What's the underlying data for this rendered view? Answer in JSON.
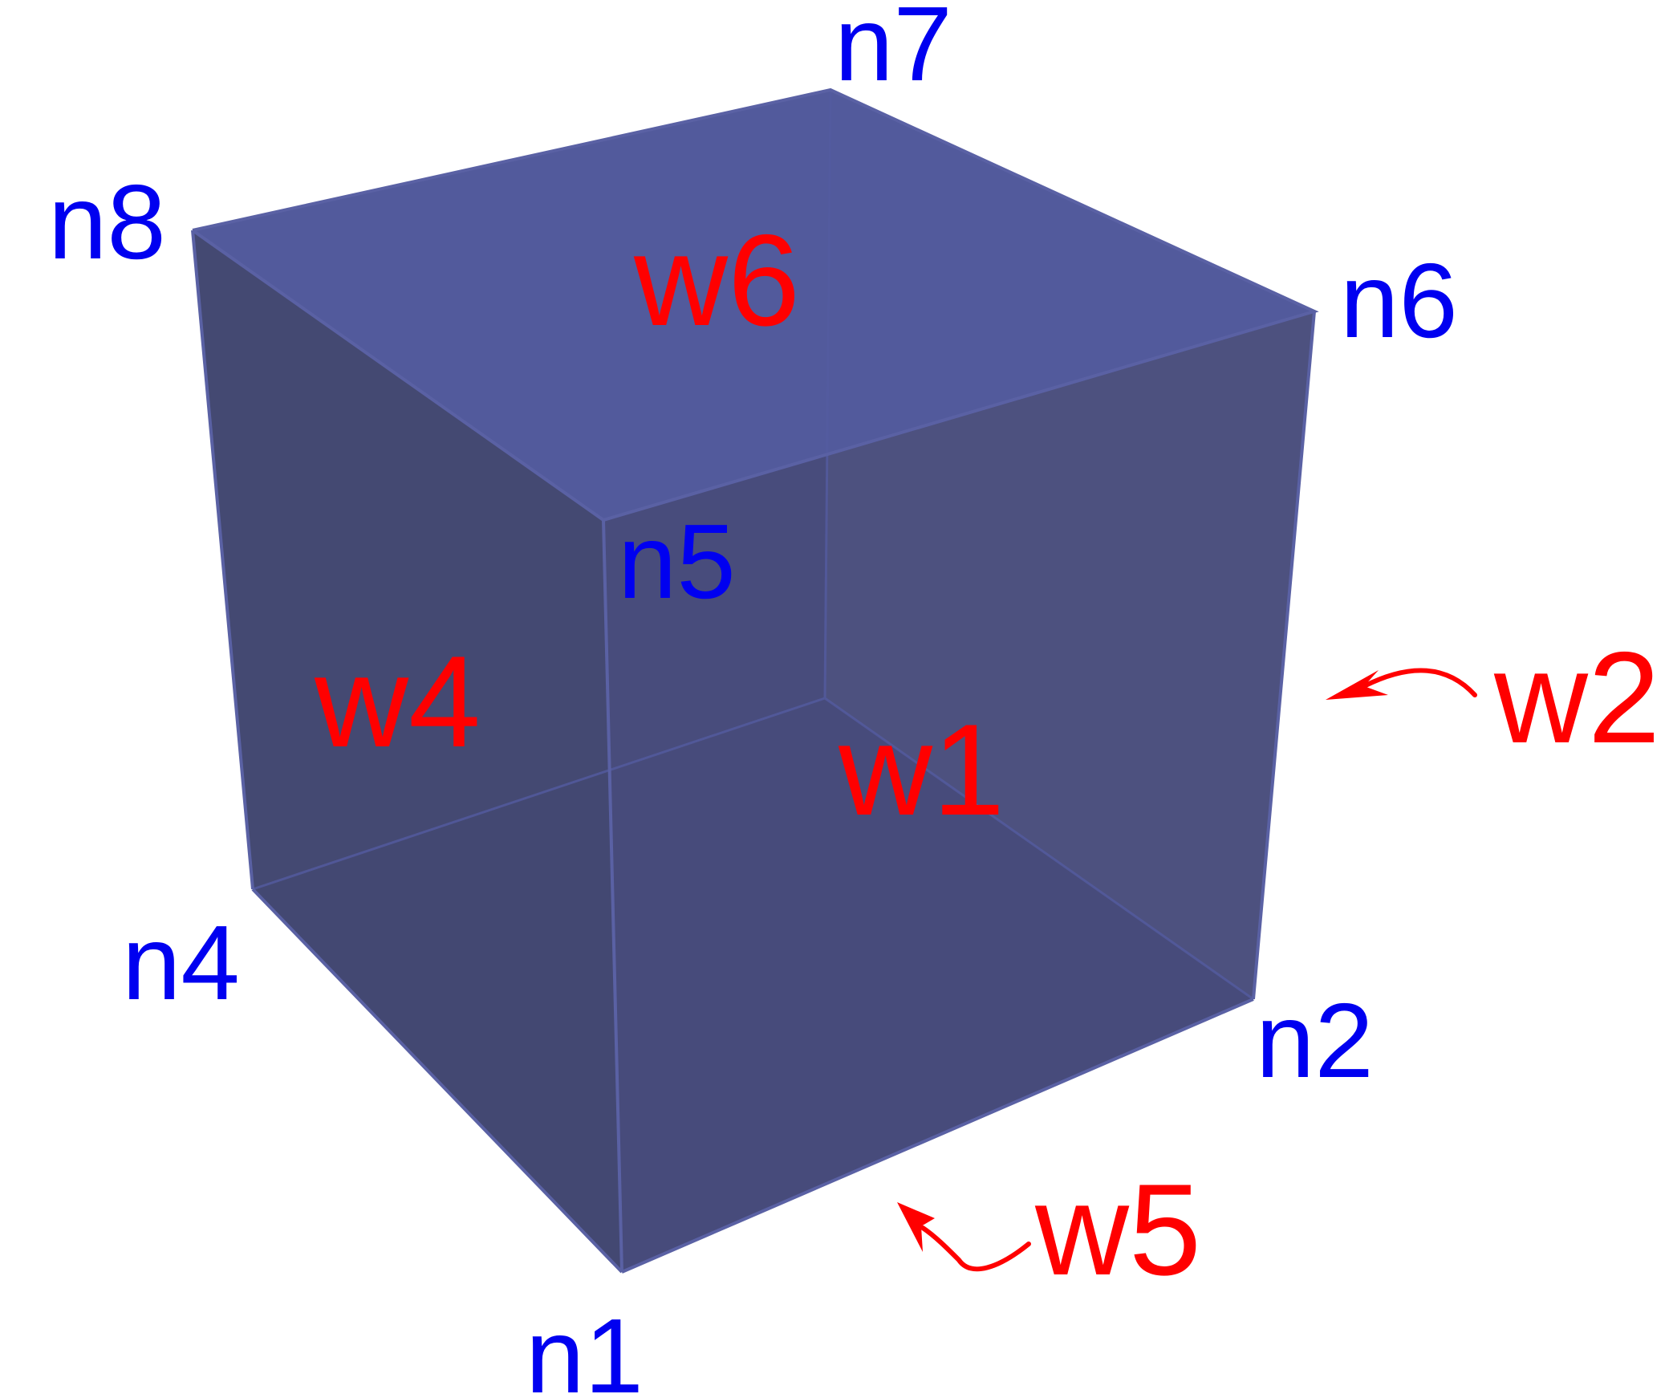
{
  "colors": {
    "node_label": "#0000f0",
    "wall_label": "#ff0000",
    "cube_top": "#525a9c",
    "cube_side": "#424776",
    "cube_edge": "#5a61a4"
  },
  "nodes": {
    "n1": "n1",
    "n2": "n2",
    "n4": "n4",
    "n5": "n5",
    "n6": "n6",
    "n7": "n7",
    "n8": "n8"
  },
  "walls": {
    "w1": "w1",
    "w2": "w2",
    "w4": "w4",
    "w5": "w5",
    "w6": "w6"
  }
}
